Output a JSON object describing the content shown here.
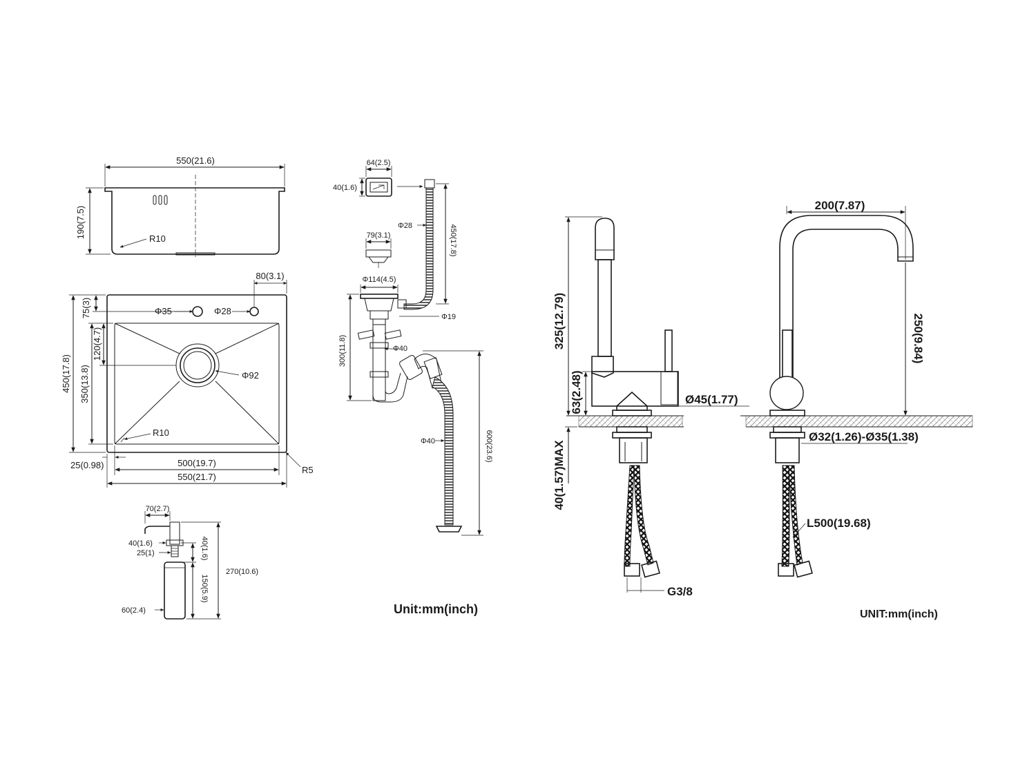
{
  "sink": {
    "side_view": {
      "width": "550(21.6)",
      "height": "190(7.5)",
      "radius": "R10"
    },
    "top_view": {
      "overall_width": "550(21.7)",
      "bowl_width": "500(19.7)",
      "flange": "25(0.98)",
      "overall_depth": "450(17.8)",
      "bowl_depth": "350(13.8)",
      "hole_offset": "75(3)",
      "drain_offset": "120(4.7)",
      "hole_spacing": "80(3.1)",
      "tap_hole": "Φ35",
      "dispenser_hole": "Φ28",
      "drain_dia": "Φ92",
      "inner_radius": "R10",
      "corner_radius": "R5"
    }
  },
  "dispenser": {
    "spout": "70(2.7)",
    "nut_height": "40(1.6)",
    "thread": "25(1)",
    "body_dia": "60(2.4)",
    "pump_height": "40(1.6)",
    "bottle_height": "150(5.9)",
    "total_height": "270(10.6)"
  },
  "drain": {
    "overflow_width": "64(2.5)",
    "overflow_height": "40(1.6)",
    "overflow_hose_dia": "Φ28",
    "overflow_hose_length": "450(17.8)",
    "basket_dia": "79(3.1)",
    "flange_dia": "Φ114(4.5)",
    "side_outlet": "Φ19",
    "pipe_dia": "Φ40",
    "trap_height": "300(11.8)",
    "hose_dia": "Φ40",
    "hose_length": "600(23.6)"
  },
  "faucet_front": {
    "total_height": "325(12.79)",
    "body_height": "63(2.48)",
    "base_dia": "Ø45(1.77)",
    "max_deck": "40(1.57)MAX",
    "connector": "G3/8"
  },
  "faucet_side": {
    "reach": "200(7.87)",
    "spout_height": "250(9.84)",
    "hole_range": "Ø32(1.26)-Ø35(1.38)",
    "hose_length": "L500(19.68)"
  },
  "units": {
    "left": "Unit:mm(inch)",
    "right": "UNIT:mm(inch)"
  }
}
